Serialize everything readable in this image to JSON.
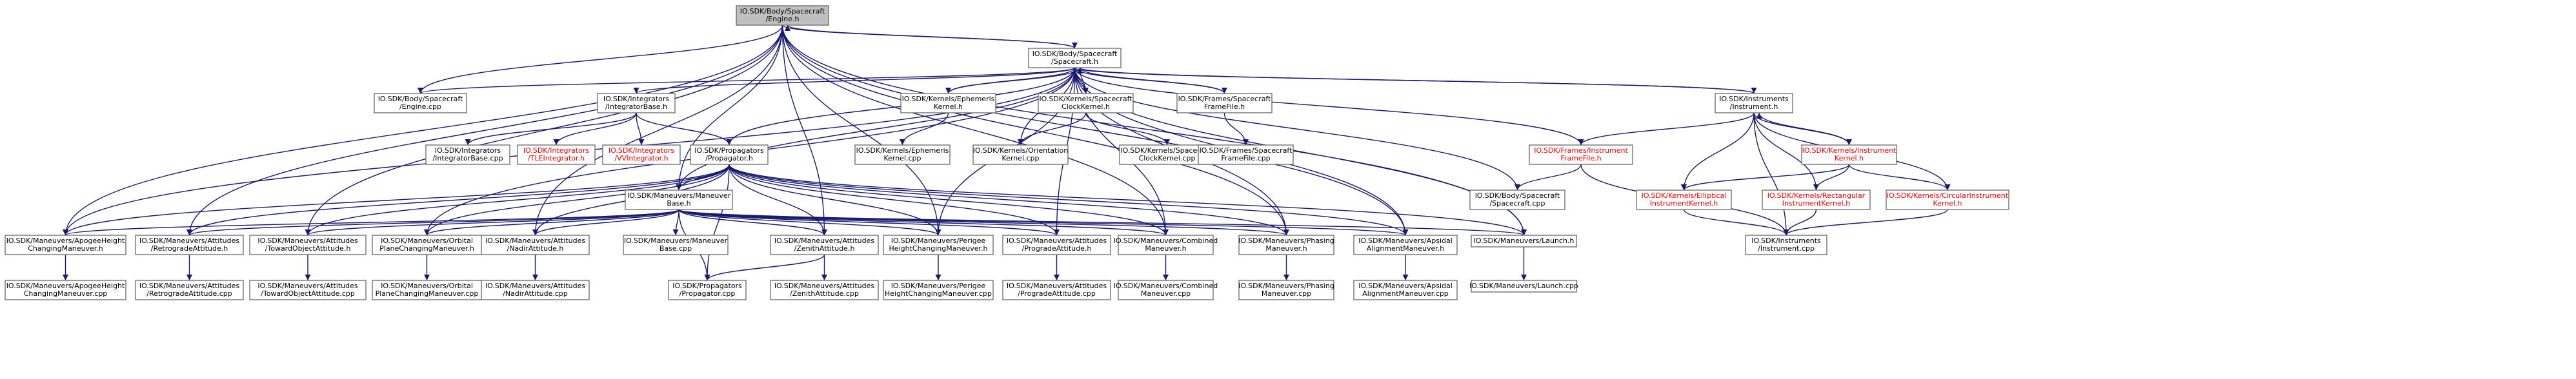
{
  "colors": {
    "node_fill": "#ffffff",
    "highlight_fill": "#bfbfbf",
    "node_stroke": "#666666",
    "text": "#000000",
    "text_missing": "#ff0000",
    "edge": "#191970"
  },
  "nodes": [
    {
      "id": "engine",
      "lines": [
        "IO.SDK/Body/Spacecraft",
        "/Engine.h"
      ],
      "highlight": true
    },
    {
      "id": "spacecraft_h",
      "lines": [
        "IO.SDK/Body/Spacecraft",
        "/Spacecraft.h"
      ]
    },
    {
      "id": "engine_cpp",
      "lines": [
        "IO.SDK/Body/Spacecraft",
        "/Engine.cpp"
      ]
    },
    {
      "id": "integratorbase_h",
      "lines": [
        "IO.SDK/Integrators",
        "/IntegratorBase.h"
      ]
    },
    {
      "id": "ephemeris_h",
      "lines": [
        "IO.SDK/Kernels/Ephemeris",
        "Kernel.h"
      ]
    },
    {
      "id": "clockkernel_h",
      "lines": [
        "IO.SDK/Kernels/Spacecraft",
        "ClockKernel.h"
      ]
    },
    {
      "id": "framefile_h",
      "lines": [
        "IO.SDK/Frames/Spacecraft",
        "FrameFile.h"
      ]
    },
    {
      "id": "instrument_h",
      "lines": [
        "IO.SDK/Instruments",
        "/Instrument.h"
      ]
    },
    {
      "id": "integratorbase_cpp",
      "lines": [
        "IO.SDK/Integrators",
        "/IntegratorBase.cpp"
      ]
    },
    {
      "id": "tleintegrator_h",
      "lines": [
        "IO.SDK/Integrators",
        "/TLEIntegrator.h"
      ],
      "missing": true
    },
    {
      "id": "vvintegrator_h",
      "lines": [
        "IO.SDK/Integrators",
        "/VVIntegrator.h"
      ],
      "missing": true
    },
    {
      "id": "propagator_h",
      "lines": [
        "IO.SDK/Propagators",
        "/Propagator.h"
      ]
    },
    {
      "id": "ephemeris_cpp",
      "lines": [
        "IO.SDK/Kernels/Ephemeris",
        "Kernel.cpp"
      ]
    },
    {
      "id": "orientation_cpp",
      "lines": [
        "IO.SDK/Kernels/Orientation",
        "Kernel.cpp"
      ]
    },
    {
      "id": "clockkernel_cpp",
      "lines": [
        "IO.SDK/Kernels/Spacecraft",
        "ClockKernel.cpp"
      ]
    },
    {
      "id": "framefile_cpp",
      "lines": [
        "IO.SDK/Frames/Spacecraft",
        "FrameFile.cpp"
      ]
    },
    {
      "id": "instrumentframe_h",
      "lines": [
        "IO.SDK/Frames/Instrument",
        "FrameFile.h"
      ],
      "missing": true
    },
    {
      "id": "instrumentkernel_h",
      "lines": [
        "IO.SDK/Kernels/Instrument",
        "Kernel.h"
      ],
      "missing": true
    },
    {
      "id": "maneuverbase_h",
      "lines": [
        "IO.SDK/Maneuvers/Maneuver",
        "Base.h"
      ]
    },
    {
      "id": "spacecraft_cpp",
      "lines": [
        "IO.SDK/Body/Spacecraft",
        "/Spacecraft.cpp"
      ]
    },
    {
      "id": "elliptical_h",
      "lines": [
        "IO.SDK/Kernels/Elliptical",
        "InstrumentKernel.h"
      ],
      "missing": true
    },
    {
      "id": "rectangular_h",
      "lines": [
        "IO.SDK/Kernels/Rectangular",
        "InstrumentKernel.h"
      ],
      "missing": true
    },
    {
      "id": "circular_h",
      "lines": [
        "IO.SDK/Kernels/CircularInstrument",
        "Kernel.h"
      ],
      "missing": true
    },
    {
      "id": "apogee_h",
      "lines": [
        "IO.SDK/Maneuvers/ApogeeHeight",
        "ChangingManeuver.h"
      ]
    },
    {
      "id": "retrograde_h",
      "lines": [
        "IO.SDK/Maneuvers/Attitudes",
        "/RetrogradeAttitude.h"
      ]
    },
    {
      "id": "towardobject_h",
      "lines": [
        "IO.SDK/Maneuvers/Attitudes",
        "/TowardObjectAttitude.h"
      ]
    },
    {
      "id": "orbitalplane_h",
      "lines": [
        "IO.SDK/Maneuvers/Orbital",
        "PlaneChangingManeuver.h"
      ]
    },
    {
      "id": "nadir_h",
      "lines": [
        "IO.SDK/Maneuvers/Attitudes",
        "/NadirAttitude.h"
      ]
    },
    {
      "id": "maneuverbase_cpp",
      "lines": [
        "IO.SDK/Maneuvers/Maneuver",
        "Base.cpp"
      ]
    },
    {
      "id": "zenith_h",
      "lines": [
        "IO.SDK/Maneuvers/Attitudes",
        "/ZenithAttitude.h"
      ]
    },
    {
      "id": "perigee_h",
      "lines": [
        "IO.SDK/Maneuvers/Perigee",
        "HeightChangingManeuver.h"
      ]
    },
    {
      "id": "prograde_h",
      "lines": [
        "IO.SDK/Maneuvers/Attitudes",
        "/ProgradeAttitude.h"
      ]
    },
    {
      "id": "combined_h",
      "lines": [
        "IO.SDK/Maneuvers/Combined",
        "Maneuver.h"
      ]
    },
    {
      "id": "phasing_h",
      "lines": [
        "IO.SDK/Maneuvers/Phasing",
        "Maneuver.h"
      ]
    },
    {
      "id": "apsidal_h",
      "lines": [
        "IO.SDK/Maneuvers/Apsidal",
        "AlignmentManeuver.h"
      ]
    },
    {
      "id": "launch_h",
      "lines": [
        "IO.SDK/Maneuvers/Launch.h"
      ]
    },
    {
      "id": "instrument_cpp",
      "lines": [
        "IO.SDK/Instruments",
        "/Instrument.cpp"
      ]
    },
    {
      "id": "apogee_cpp",
      "lines": [
        "IO.SDK/Maneuvers/ApogeeHeight",
        "ChangingManeuver.cpp"
      ]
    },
    {
      "id": "retrograde_cpp",
      "lines": [
        "IO.SDK/Maneuvers/Attitudes",
        "/RetrogradeAttitude.cpp"
      ]
    },
    {
      "id": "towardobject_cpp",
      "lines": [
        "IO.SDK/Maneuvers/Attitudes",
        "/TowardObjectAttitude.cpp"
      ]
    },
    {
      "id": "orbitalplane_cpp",
      "lines": [
        "IO.SDK/Maneuvers/Orbital",
        "PlaneChangingManeuver.cpp"
      ]
    },
    {
      "id": "nadir_cpp",
      "lines": [
        "IO.SDK/Maneuvers/Attitudes",
        "/NadirAttitude.cpp"
      ]
    },
    {
      "id": "propagator_cpp",
      "lines": [
        "IO.SDK/Propagators",
        "/Propagator.cpp"
      ]
    },
    {
      "id": "zenith_cpp",
      "lines": [
        "IO.SDK/Maneuvers/Attitudes",
        "/ZenithAttitude.cpp"
      ]
    },
    {
      "id": "perigee_cpp",
      "lines": [
        "IO.SDK/Maneuvers/Perigee",
        "HeightChangingManeuver.cpp"
      ]
    },
    {
      "id": "prograde_cpp",
      "lines": [
        "IO.SDK/Maneuvers/Attitudes",
        "/ProgradeAttitude.cpp"
      ]
    },
    {
      "id": "combined_cpp",
      "lines": [
        "IO.SDK/Maneuvers/Combined",
        "Maneuver.cpp"
      ]
    },
    {
      "id": "phasing_cpp",
      "lines": [
        "IO.SDK/Maneuvers/Phasing",
        "Maneuver.cpp"
      ]
    },
    {
      "id": "apsidal_cpp",
      "lines": [
        "IO.SDK/Maneuvers/Apsidal",
        "AlignmentManeuver.cpp"
      ]
    },
    {
      "id": "launch_cpp",
      "lines": [
        "IO.SDK/Maneuvers/Launch.cpp"
      ]
    }
  ],
  "edges": [
    [
      "engine",
      "spacecraft_h"
    ],
    [
      "engine",
      "engine_cpp"
    ],
    [
      "engine",
      "maneuverbase_h"
    ],
    [
      "engine",
      "apogee_h"
    ],
    [
      "engine",
      "retrograde_h"
    ],
    [
      "engine",
      "towardobject_h"
    ],
    [
      "engine",
      "nadir_h"
    ],
    [
      "engine",
      "zenith_h"
    ],
    [
      "engine",
      "perigee_h"
    ],
    [
      "engine",
      "combined_h"
    ],
    [
      "engine",
      "phasing_h"
    ],
    [
      "engine",
      "apsidal_h"
    ],
    [
      "engine",
      "launch_h"
    ],
    [
      "spacecraft_h",
      "engine"
    ],
    [
      "spacecraft_h",
      "engine_cpp"
    ],
    [
      "spacecraft_h",
      "integratorbase_h"
    ],
    [
      "spacecraft_h",
      "ephemeris_h"
    ],
    [
      "spacecraft_h",
      "clockkernel_h"
    ],
    [
      "spacecraft_h",
      "framefile_h"
    ],
    [
      "spacecraft_h",
      "instrument_h"
    ],
    [
      "spacecraft_h",
      "propagator_h"
    ],
    [
      "spacecraft_h",
      "orientation_cpp"
    ],
    [
      "spacecraft_h",
      "instrumentframe_h"
    ],
    [
      "spacecraft_h",
      "maneuverbase_h"
    ],
    [
      "spacecraft_h",
      "spacecraft_cpp"
    ],
    [
      "spacecraft_h",
      "apogee_h"
    ],
    [
      "spacecraft_h",
      "orbitalplane_h"
    ],
    [
      "spacecraft_h",
      "perigee_h"
    ],
    [
      "spacecraft_h",
      "prograde_h"
    ],
    [
      "spacecraft_h",
      "combined_h"
    ],
    [
      "spacecraft_h",
      "phasing_h"
    ],
    [
      "spacecraft_h",
      "apsidal_h"
    ],
    [
      "spacecraft_h",
      "launch_h"
    ],
    [
      "integratorbase_h",
      "integratorbase_cpp"
    ],
    [
      "integratorbase_h",
      "tleintegrator_h"
    ],
    [
      "integratorbase_h",
      "vvintegrator_h"
    ],
    [
      "integratorbase_h",
      "propagator_h"
    ],
    [
      "ephemeris_h",
      "spacecraft_h"
    ],
    [
      "ephemeris_h",
      "ephemeris_cpp"
    ],
    [
      "clockkernel_h",
      "spacecraft_h"
    ],
    [
      "clockkernel_h",
      "orientation_cpp"
    ],
    [
      "clockkernel_h",
      "clockkernel_cpp"
    ],
    [
      "framefile_h",
      "spacecraft_h"
    ],
    [
      "framefile_h",
      "framefile_cpp"
    ],
    [
      "instrument_h",
      "spacecraft_h"
    ],
    [
      "instrument_h",
      "instrumentframe_h"
    ],
    [
      "instrument_h",
      "instrumentkernel_h"
    ],
    [
      "instrument_h",
      "elliptical_h"
    ],
    [
      "instrument_h",
      "rectangular_h"
    ],
    [
      "instrument_h",
      "circular_h"
    ],
    [
      "instrument_h",
      "instrument_cpp"
    ],
    [
      "propagator_h",
      "maneuverbase_h"
    ],
    [
      "propagator_h",
      "propagator_cpp"
    ],
    [
      "propagator_h",
      "apogee_h"
    ],
    [
      "propagator_h",
      "retrograde_h"
    ],
    [
      "propagator_h",
      "towardobject_h"
    ],
    [
      "propagator_h",
      "orbitalplane_h"
    ],
    [
      "propagator_h",
      "nadir_h"
    ],
    [
      "propagator_h",
      "zenith_h"
    ],
    [
      "propagator_h",
      "perigee_h"
    ],
    [
      "propagator_h",
      "prograde_h"
    ],
    [
      "propagator_h",
      "combined_h"
    ],
    [
      "propagator_h",
      "phasing_h"
    ],
    [
      "propagator_h",
      "apsidal_h"
    ],
    [
      "propagator_h",
      "launch_h"
    ],
    [
      "instrumentframe_h",
      "spacecraft_cpp"
    ],
    [
      "instrumentframe_h",
      "instrument_cpp"
    ],
    [
      "instrumentkernel_h",
      "instrument_h"
    ],
    [
      "instrumentkernel_h",
      "elliptical_h"
    ],
    [
      "instrumentkernel_h",
      "rectangular_h"
    ],
    [
      "instrumentkernel_h",
      "circular_h"
    ],
    [
      "maneuverbase_h",
      "apogee_h"
    ],
    [
      "maneuverbase_h",
      "retrograde_h"
    ],
    [
      "maneuverbase_h",
      "towardobject_h"
    ],
    [
      "maneuverbase_h",
      "orbitalplane_h"
    ],
    [
      "maneuverbase_h",
      "nadir_h"
    ],
    [
      "maneuverbase_h",
      "maneuverbase_cpp"
    ],
    [
      "maneuverbase_h",
      "zenith_h"
    ],
    [
      "maneuverbase_h",
      "perigee_h"
    ],
    [
      "maneuverbase_h",
      "prograde_h"
    ],
    [
      "maneuverbase_h",
      "combined_h"
    ],
    [
      "maneuverbase_h",
      "phasing_h"
    ],
    [
      "maneuverbase_h",
      "apsidal_h"
    ],
    [
      "maneuverbase_h",
      "launch_h"
    ],
    [
      "maneuverbase_h",
      "propagator_cpp"
    ],
    [
      "elliptical_h",
      "instrument_cpp"
    ],
    [
      "rectangular_h",
      "instrument_cpp"
    ],
    [
      "circular_h",
      "instrument_cpp"
    ],
    [
      "apogee_h",
      "apogee_cpp"
    ],
    [
      "retrograde_h",
      "retrograde_cpp"
    ],
    [
      "towardobject_h",
      "towardobject_cpp"
    ],
    [
      "orbitalplane_h",
      "orbitalplane_cpp"
    ],
    [
      "nadir_h",
      "nadir_cpp"
    ],
    [
      "zenith_h",
      "propagator_cpp"
    ],
    [
      "zenith_h",
      "zenith_cpp"
    ],
    [
      "perigee_h",
      "perigee_cpp"
    ],
    [
      "prograde_h",
      "prograde_cpp"
    ],
    [
      "combined_h",
      "combined_cpp"
    ],
    [
      "phasing_h",
      "phasing_cpp"
    ],
    [
      "apsidal_h",
      "apsidal_cpp"
    ],
    [
      "launch_h",
      "launch_cpp"
    ]
  ]
}
